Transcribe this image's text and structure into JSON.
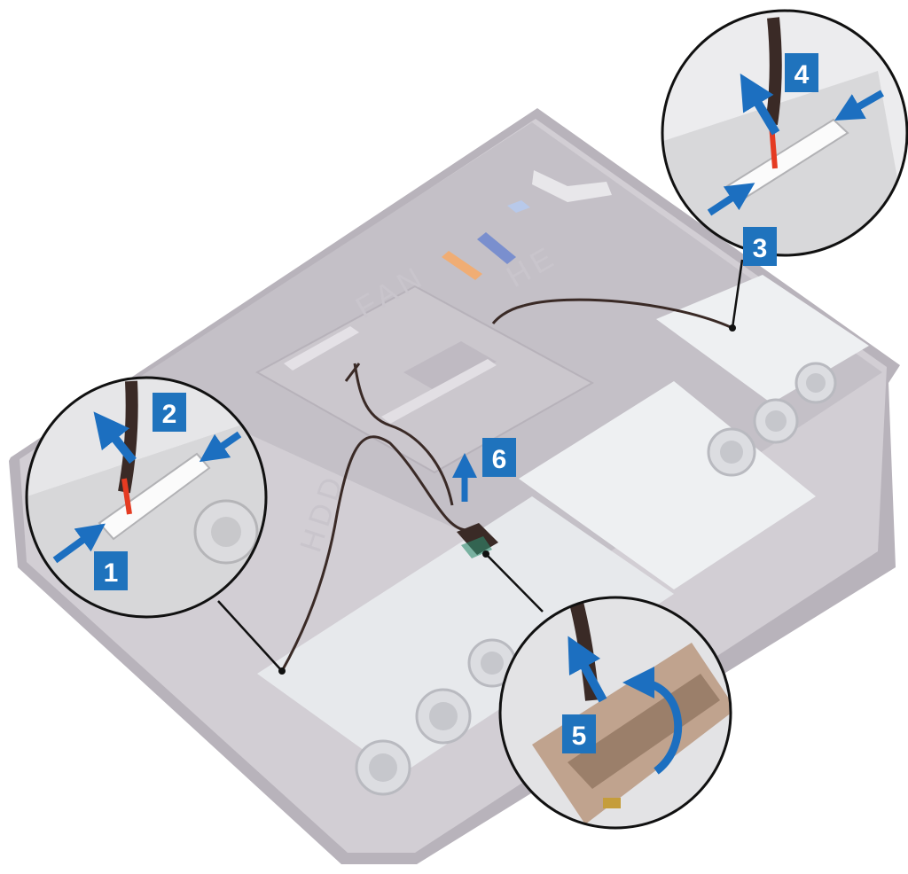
{
  "diagram": {
    "panel_labels": {
      "fan": "FAN",
      "hdd": "HDD",
      "top_right": "HE"
    },
    "callouts": [
      {
        "id": "1",
        "label": "1",
        "detail": "connector-left-press-tab"
      },
      {
        "id": "2",
        "label": "2",
        "detail": "connector-left-pull-out"
      },
      {
        "id": "3",
        "label": "3",
        "detail": "connector-right-press-tab"
      },
      {
        "id": "4",
        "label": "4",
        "detail": "connector-right-pull-out"
      },
      {
        "id": "5",
        "label": "5",
        "detail": "peel-tape-and-disconnect"
      },
      {
        "id": "6",
        "label": "6",
        "detail": "lift-cable-from-board"
      }
    ],
    "colors": {
      "callout_blue": "#1f73bd",
      "arrow_blue": "#1c6fc0",
      "chassis": "#c8c4cb",
      "chassis_dark": "#a9a4ad",
      "board": "#e9edf0",
      "cable": "#3a2a26"
    }
  }
}
